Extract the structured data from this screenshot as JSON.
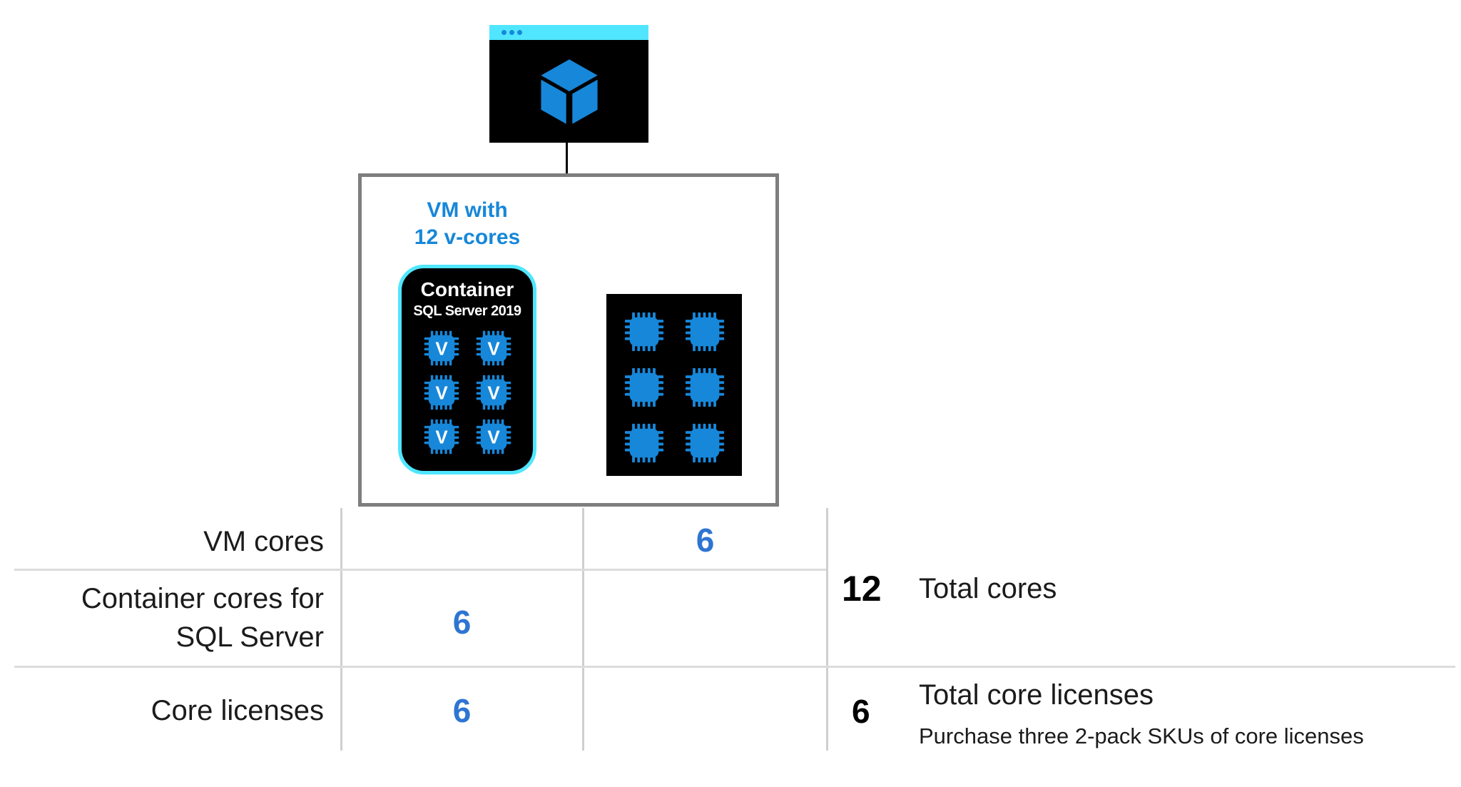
{
  "window": {
    "titlebar_dot_count": 3
  },
  "vm": {
    "label_line1": "VM with",
    "label_line2": "12 v-cores"
  },
  "container": {
    "title": "Container",
    "subtitle": "SQL Server 2019",
    "chip_count": 6,
    "chip_letter": "V"
  },
  "host_cores": {
    "chip_count": 6,
    "chip_letter": ""
  },
  "table": {
    "rows": [
      {
        "label_lines": [
          "VM cores",
          ""
        ],
        "cells": [
          "",
          "6"
        ]
      },
      {
        "label_lines": [
          "Container cores for",
          "SQL Server"
        ],
        "cells": [
          "6",
          ""
        ]
      },
      {
        "label_lines": [
          "Core licenses",
          ""
        ],
        "cells": [
          "6",
          ""
        ]
      }
    ]
  },
  "summary": {
    "total_cores": {
      "value": "12",
      "label": "Total cores"
    },
    "total_licenses": {
      "value": "6",
      "label": "Total core licenses",
      "note": "Purchase three 2-pack SKUs of core licenses"
    }
  },
  "colors": {
    "accent_blue": "#1787D9",
    "number_blue": "#2E75D2",
    "cyan": "#50E6FF",
    "vm_border_gray": "#7E7E7E",
    "grid_line_gray": "#D6D6D6",
    "black": "#000000",
    "white": "#FFFFFF"
  }
}
